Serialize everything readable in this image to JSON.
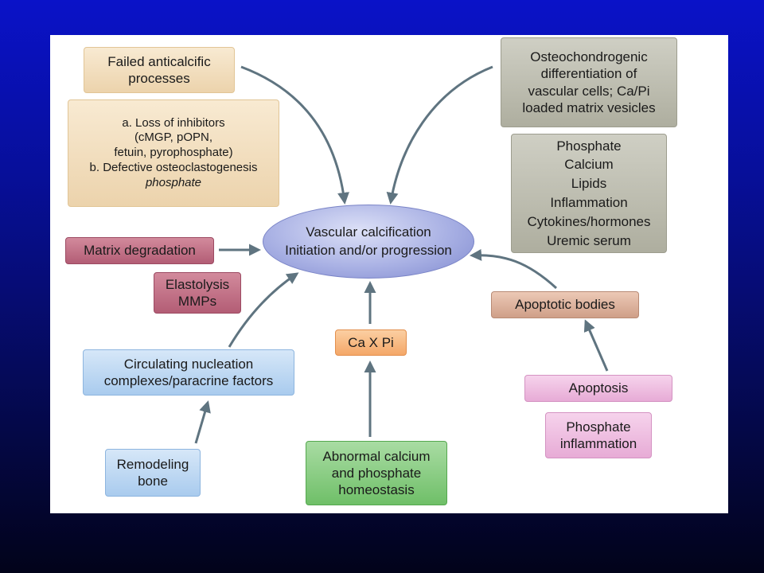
{
  "center": {
    "line1": "Vascular calcification",
    "line2": "Initiation and/or progression"
  },
  "nodes": {
    "failed_anticalcific": "Failed anticalcific\nprocesses",
    "inhibitors_list": "a. Loss of inhibitors\n(cMGP, pOPN,\nfetuin, pyrophosphate)\nb. Defective osteoclastogenesis",
    "inhibitors_italic": "phosphate",
    "osteochondrogenic": "Osteochondrogenic\ndifferentiation of\nvascular cells; Ca/Pi\nloaded matrix vesicles",
    "factors_list": "Phosphate\nCalcium\nLipids\nInflammation\nCytokines/hormones\nUremic serum",
    "matrix_degradation": "Matrix degradation",
    "elastolysis": "Elastolysis\nMMPs",
    "circulating": "Circulating nucleation\ncomplexes/paracrine factors",
    "remodeling_bone": "Remodeling\nbone",
    "ca_x_pi": "Ca X Pi",
    "abnormal_calcium": "Abnormal calcium\nand phosphate\nhomeostasis",
    "apoptotic_bodies": "Apoptotic bodies",
    "apoptosis": "Apoptosis",
    "phosphate_inflammation": "Phosphate\ninflammation"
  },
  "colors": {
    "arrow": "#5f7480",
    "tan": "#ecd3ac",
    "gray": "#aeae9f",
    "maroon": "#b35d75",
    "blue": "#a9cbee",
    "orange": "#f4a768",
    "green": "#6fbf68",
    "brown": "#cf9f88",
    "pink": "#e7abd6",
    "ellipse": "#a9b1e4"
  }
}
